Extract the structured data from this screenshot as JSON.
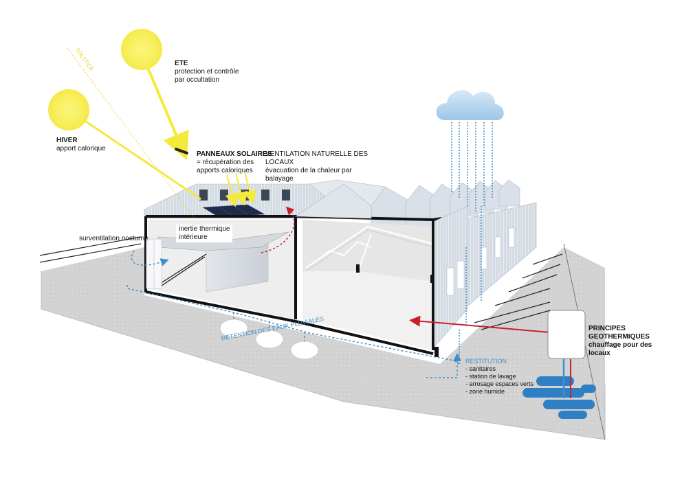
{
  "labels": {
    "ete_title": "ETE",
    "ete_line1": "protection et contrôle",
    "ete_line2": "par occultation",
    "hiver_title": "HIVER",
    "hiver_line1": "apport calorique",
    "solstice": "SOLSTICE",
    "panneaux_title": "PANNEAUX SOLAIRES",
    "panneaux_line1": "= récupération des",
    "panneaux_line2": "apports caloriques",
    "ventilation_line1": "VENTILATION NATURELLE DES",
    "ventilation_line2": "LOCAUX",
    "ventilation_line3": "évacuation de la chaleur par",
    "ventilation_line4": "balayage",
    "inertie_line1": "inertie thermique",
    "inertie_line2": "intérieure",
    "surventilation": "surventilation nocturne",
    "retention": "RETENTION DES EAUX PLUVIALES",
    "restitution_title": "RESTITUTION",
    "restitution_items": [
      "- sanitaires",
      "- station de lavage",
      "- arrosage espaces verts",
      "- zone humide"
    ],
    "principes_line1": "PRINCIPES",
    "principes_line2": "GEOTHERMIQUES",
    "principes_line3": "chauffage pour des",
    "principes_line4": "locaux"
  },
  "colors": {
    "sun": "#f7ef5a",
    "sun_ray": "#f3ea3a",
    "water_blue": "#3f8fc8",
    "heat_red": "#c8202a",
    "ground": "#d4d4d4",
    "roof": "#cfd8e2",
    "cloud": "#a9cde9",
    "aquifer": "#2f7fc4",
    "structure": "#111111"
  }
}
